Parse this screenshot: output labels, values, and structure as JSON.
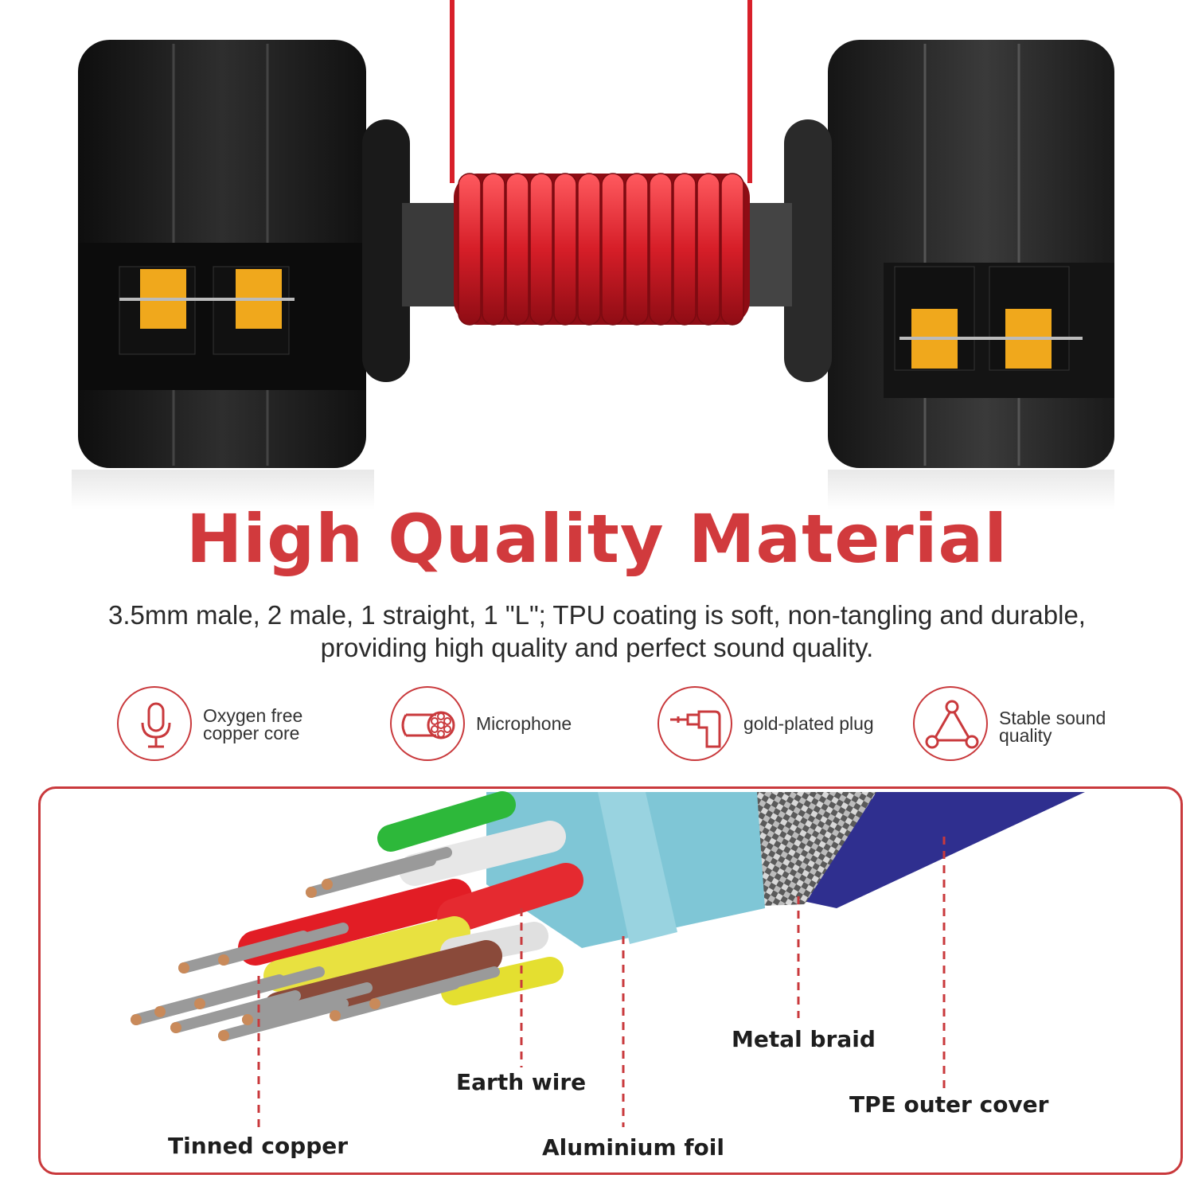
{
  "hero": {
    "product": "dual 3.5mm plug cable with red coiled TPU cord",
    "cord_color": "#d8202a",
    "plug_color": "#1c1c1c",
    "contact_color": "#f0a81c"
  },
  "headline": "High Quality Material",
  "description": "3.5mm male, 2 male, 1 straight, 1 \"L\"; TPU coating is soft, non-tangling and durable, providing high quality and perfect sound quality.",
  "features": [
    {
      "icon": "microphone-icon",
      "label": "Oxygen free copper core"
    },
    {
      "icon": "cable-core-icon",
      "label": "Microphone"
    },
    {
      "icon": "angled-plug-icon",
      "label": "gold-plated plug"
    },
    {
      "icon": "triangle-nodes-icon",
      "label": "Stable sound quality"
    }
  ],
  "cable_layers": {
    "tinned_copper": "Tinned copper",
    "earth_wire": "Earth wire",
    "aluminium_foil": "Aluminium foil",
    "metal_braid": "Metal braid",
    "tpe_outer_cover": "TPE outer cover"
  },
  "colors": {
    "accent": "#d13a3d",
    "outer_cover": "#2f2f8f",
    "foil": "#7fc6d6"
  }
}
